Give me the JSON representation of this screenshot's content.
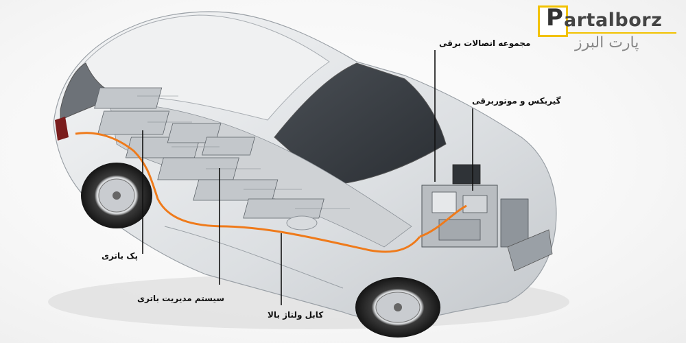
{
  "brand": {
    "logo_letter": "P",
    "logo_rest": "artalborz",
    "logo_persian": "پارت البرز",
    "accent_color": "#f2c200"
  },
  "labels": {
    "connectors": "مجموعه اتصالات برقی",
    "gearbox_motor": "گیربکس و موتوربرقی",
    "battery_pack": "پک باتری",
    "bms": "سیستم مدیریت باتری",
    "hv_cable": "کابل ولتاژ بالا"
  },
  "colors": {
    "cable": "#ef7a1a",
    "car_body": "#e2e4e6",
    "leader": "#111111"
  }
}
